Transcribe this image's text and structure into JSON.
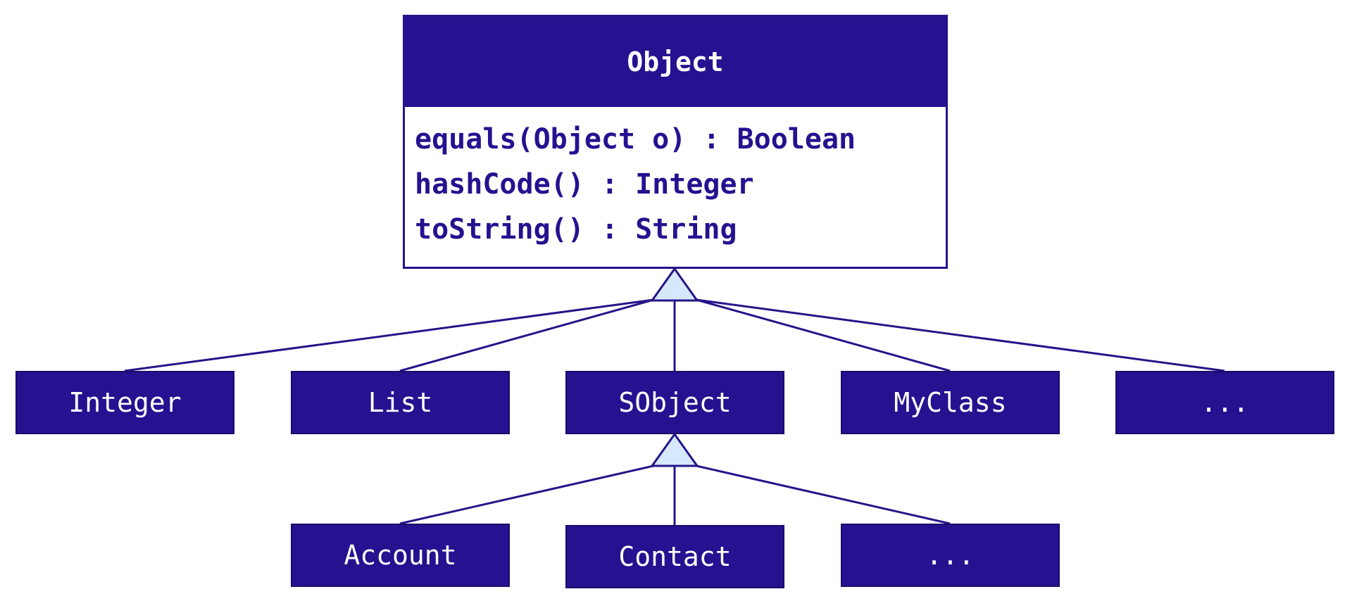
{
  "diagram": {
    "root_class": {
      "name": "Object",
      "methods": [
        "equals(Object o) : Boolean",
        "hashCode() : Integer",
        "toString() : String"
      ]
    },
    "level1": [
      "Integer",
      "List",
      "SObject",
      "MyClass",
      "..."
    ],
    "level2": [
      "Account",
      "Contact",
      "..."
    ],
    "relationship": "inheritance",
    "colors": {
      "box_fill": "#261190",
      "line": "#241589",
      "arrow_fill": "#d6e8fb",
      "text_on_box": "#ffffff"
    }
  }
}
